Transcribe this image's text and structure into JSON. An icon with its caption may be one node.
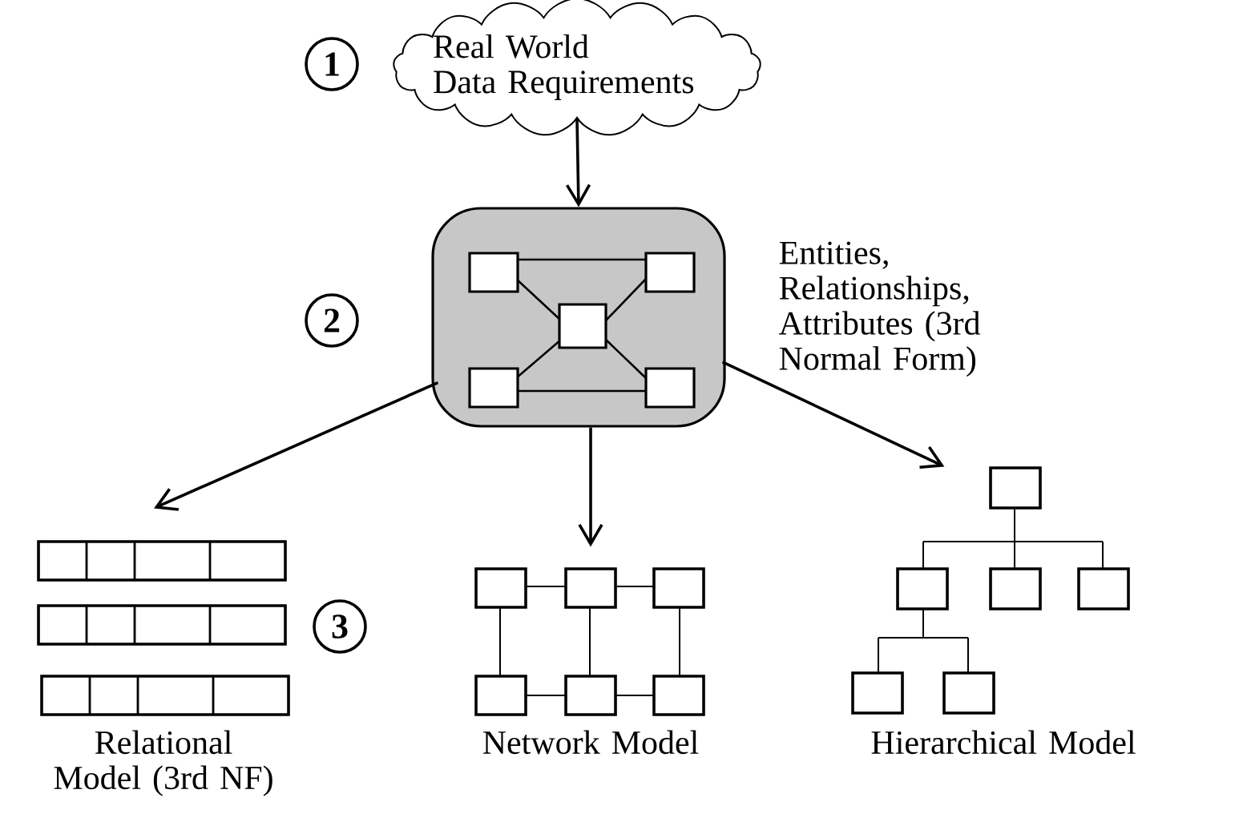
{
  "diagram": {
    "nodes": [
      {
        "text": [
          "Real World Data Requirements"
        ]
      },
      {
        "text": [],
        "shape": "box",
        "beside": [
          "Entities, Relationships, Attributes (3rd Normal Form)"
        ]
      },
      {
        "text": [
          "Relational Model (3rd NF)"
        ]
      },
      {
        "text": [
          "Network Model"
        ]
      },
      {
        "text": [
          "Hierarchical Model"
        ]
      }
    ],
    "edges": [
      {
        "from": 0,
        "to": 1,
        "arrow": "to"
      },
      {
        "from": 1,
        "to": 2,
        "arrow": "to"
      },
      {
        "from": 1,
        "to": 3,
        "arrow": "to"
      },
      {
        "from": 1,
        "to": 4,
        "arrow": "to"
      }
    ],
    "labels": [
      "1",
      "2",
      "3"
    ]
  }
}
